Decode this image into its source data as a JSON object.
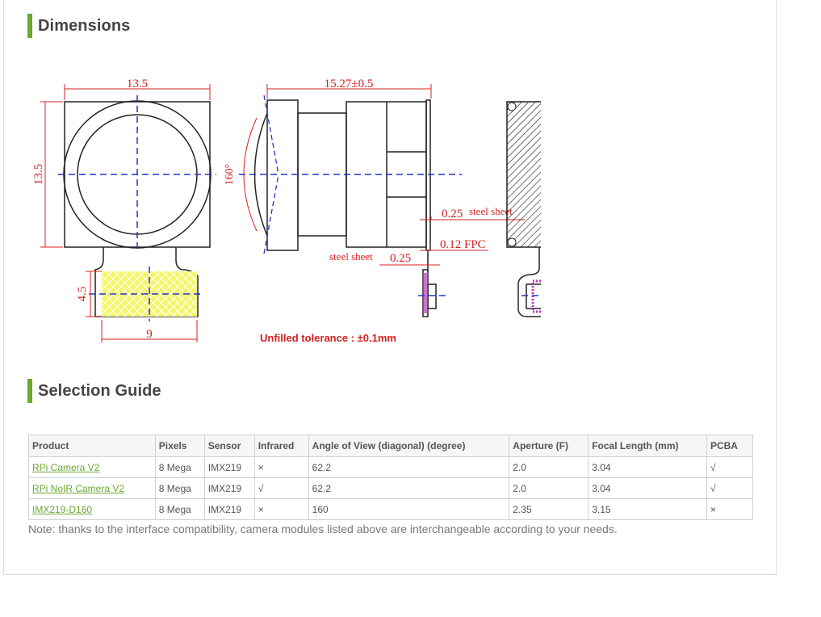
{
  "sections": {
    "dimensions_title": "Dimensions",
    "selection_title": "Selection Guide"
  },
  "drawing": {
    "dim_width": "13.5",
    "dim_height": "13.5",
    "dim_lens_length": "15.27±0.5",
    "dim_angle": "160°",
    "dim_steel_upper": "0.25",
    "label_steel_upper": "steel sheet",
    "dim_fpc": "0.12 FPC",
    "label_steel_lower": "steel sheet",
    "dim_steel_lower": "0.25",
    "dim_connector_height": "4.5",
    "dim_connector_width": "9",
    "tolerance": "Unfilled tolerance : ±0.1mm"
  },
  "table": {
    "headers": [
      "Product",
      "Pixels",
      "Sensor",
      "Infrared",
      "Angle of View (diagonal) (degree)",
      "Aperture (F)",
      "Focal Length (mm)",
      "PCBA"
    ],
    "rows": [
      [
        "RPi Camera V2",
        "8 Mega",
        "IMX219",
        "×",
        "62.2",
        "2.0",
        "3.04",
        "√"
      ],
      [
        "RPi NoIR Camera V2",
        "8 Mega",
        "IMX219",
        "√",
        "62.2",
        "2.0",
        "3.04",
        "√"
      ],
      [
        "IMX219-D160",
        "8 Mega",
        "IMX219",
        "×",
        "160",
        "2.35",
        "3.15",
        "×"
      ]
    ]
  },
  "note": "Note: thanks to the interface compatibility, camera modules listed above are interchangeable according to your needs.",
  "colors": {
    "accent": "#6aa932",
    "dimension_red": "#d42020",
    "centerline_blue": "#2233cc",
    "connector_yellow": "#f2f25a",
    "connector_magenta": "#c030c0"
  }
}
